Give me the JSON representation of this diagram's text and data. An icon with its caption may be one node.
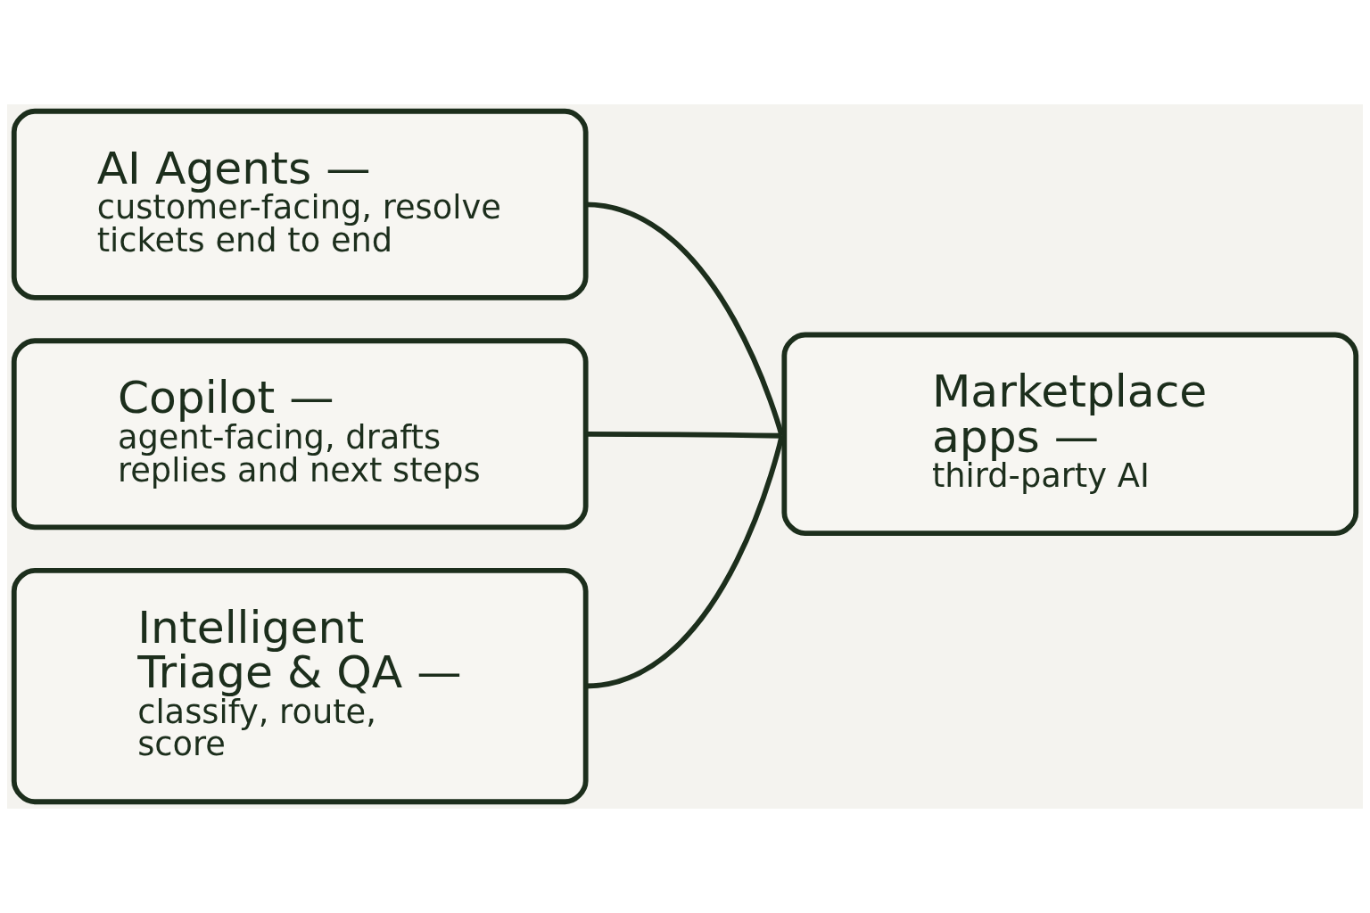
{
  "diagram": {
    "nodes": [
      {
        "text": [
          "AI Agents —",
          "customer-facing, resolve tickets end to end"
        ]
      },
      {
        "text": [
          "Copilot —",
          "agent-facing, drafts replies and next steps"
        ]
      },
      {
        "text": [
          "Intelligent Triage & QA —",
          "classify, route, score"
        ]
      },
      {
        "text": [
          "Marketplace apps —",
          "third-party AI"
        ]
      }
    ],
    "edges": [
      {
        "from": 0,
        "to": 3,
        "arrow": "none"
      },
      {
        "from": 1,
        "to": 3,
        "arrow": "none"
      },
      {
        "from": 2,
        "to": 3,
        "arrow": "none"
      }
    ]
  }
}
